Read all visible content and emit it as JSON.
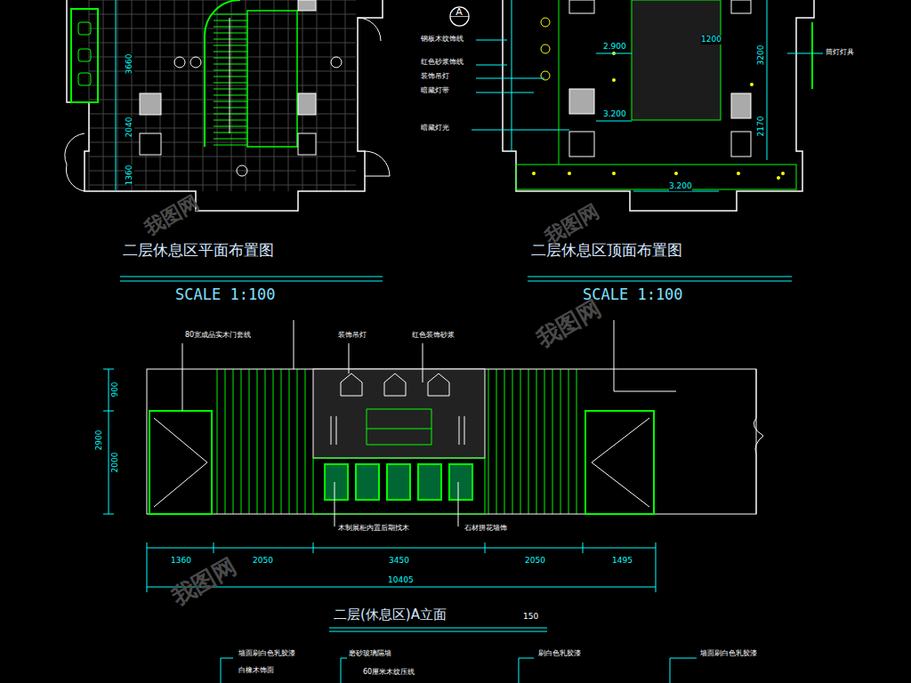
{
  "diagram": {
    "nodes": [
      {
        "text": [
          "A"
        ]
      }
    ],
    "labels": [
      "3660",
      "2040",
      "1360",
      "二层休息区平面布置图",
      "SCALE  1:100",
      "钢板木纹饰线",
      "红色砂浆饰线",
      "装饰吊灯",
      "暗藏灯带",
      "暗藏灯光",
      "2.900",
      "1200",
      "3.200",
      "3200",
      "2170",
      "3.200",
      "筒灯灯具",
      "二层休息区顶面布置图",
      "SCALE  1:100",
      "80宽成品实木门套线",
      "装饰吊灯",
      "红色装饰砂浆",
      "900",
      "2900",
      "2000",
      "木制展柜内置后期找木",
      "石材拼花墙饰",
      "1360",
      "2050",
      "3450",
      "2050",
      "1495",
      "10405",
      "二层(休息区)A立面",
      "150",
      "墙面刷白色乳胶漆",
      "白橡木饰面",
      "磨砂玻璃隔墙",
      "60厘米木纹压线",
      "刷白色乳胶漆",
      "墙面刷白色乳胶漆",
      "我图网",
      "我图网",
      "我图网",
      "我图网"
    ]
  }
}
